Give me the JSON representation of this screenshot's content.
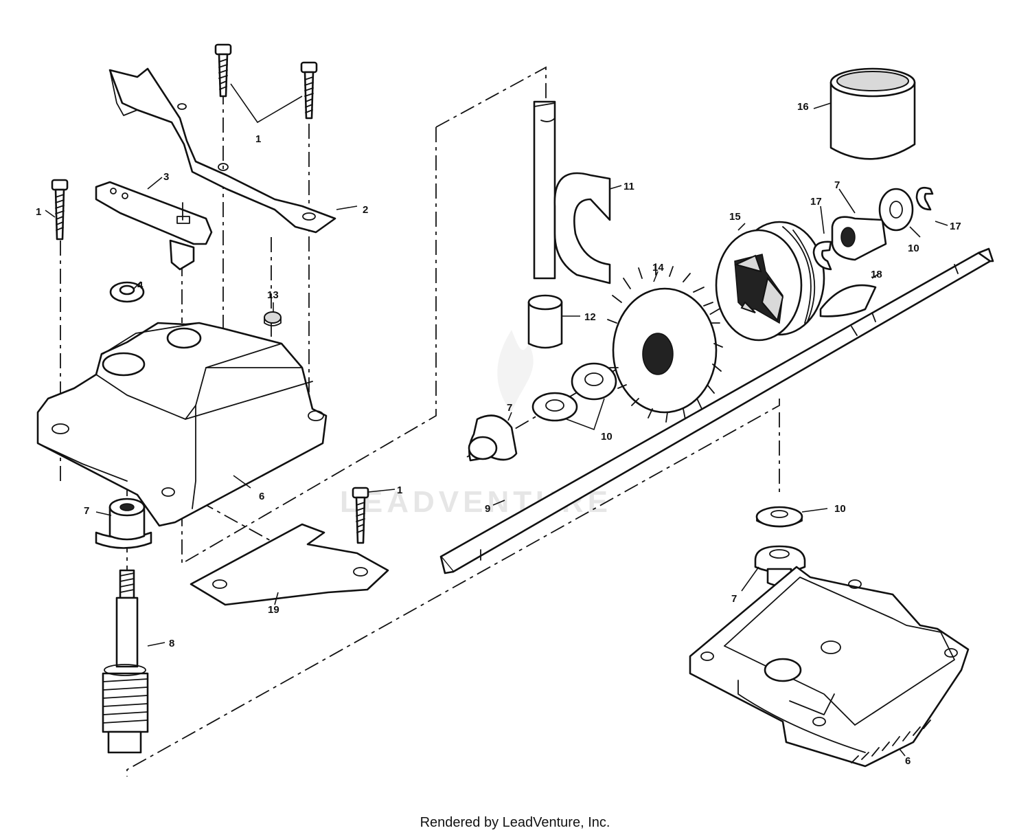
{
  "watermark": {
    "text": "LEADVENTURE"
  },
  "footer": {
    "credit": "Rendered by LeadVenture, Inc."
  },
  "callouts": {
    "c1_top": "1",
    "c1_left": "1",
    "c1_bottom": "1",
    "c2": "2",
    "c3": "3",
    "c4": "4",
    "c6_upper": "6",
    "c6_lower": "6",
    "c7_left": "7",
    "c7_sleeve": "7",
    "c7_right_top": "7",
    "c7_right_bottom": "7",
    "c8": "8",
    "c9": "9",
    "c10_washers": "10",
    "c10_right_top": "10",
    "c10_right_bottom": "10",
    "c11": "11",
    "c12": "12",
    "c13": "13",
    "c14": "14",
    "c15": "15",
    "c16": "16",
    "c17_left": "17",
    "c17_right": "17",
    "c18": "18",
    "c19": "19"
  }
}
